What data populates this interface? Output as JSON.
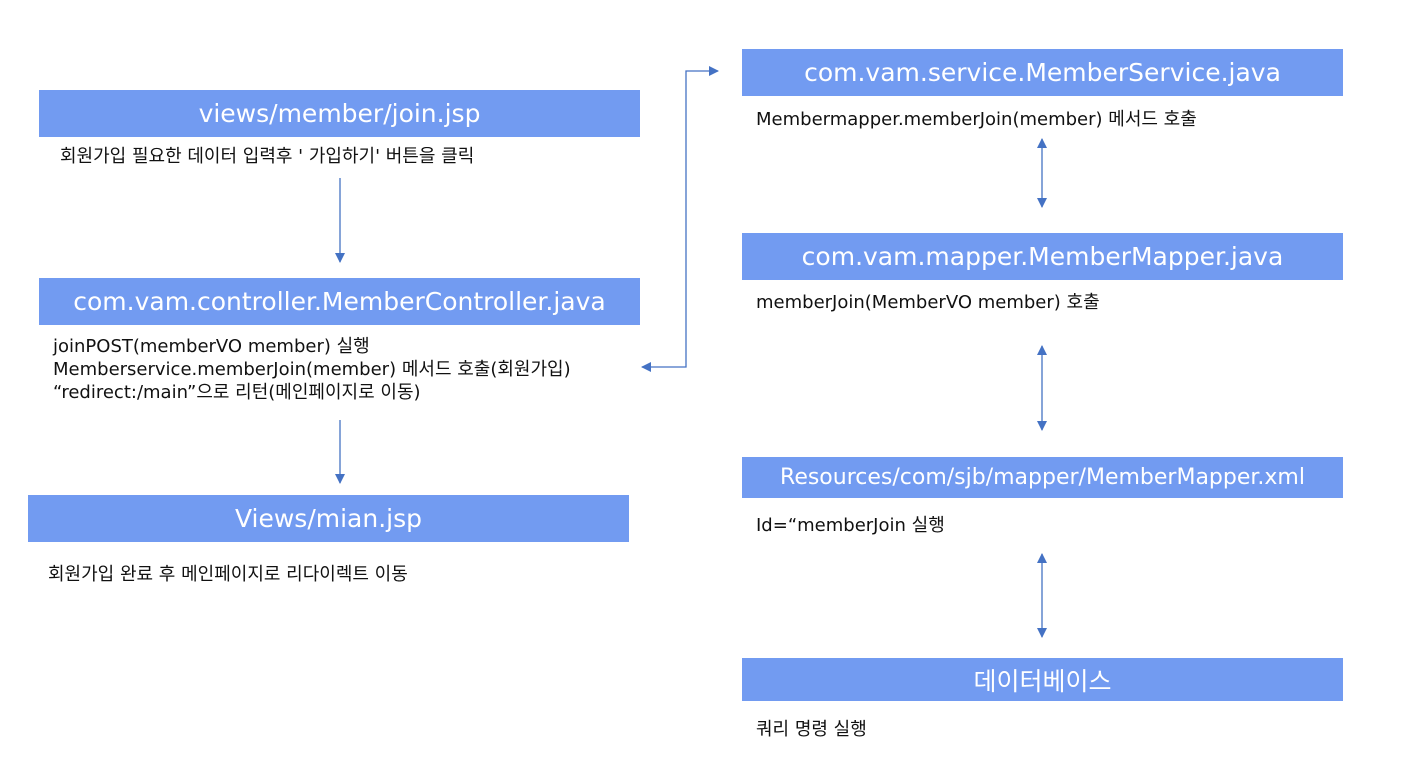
{
  "accent_color": "#729bf1",
  "arrow_color": "#4472c4",
  "left": {
    "join_box": "views/member/join.jsp",
    "join_desc": "회원가입 필요한 데이터 입력후  ' 가입하기' 버튼을 클릭",
    "controller_box": "com.vam.controller.MemberController.java",
    "controller_desc": [
      "joinPOST(memberVO member) 실행",
      "Memberservice.memberJoin(member) 메서드 호출(회원가입)",
      "“redirect:/main”으로 리턴(메인페이지로 이동)"
    ],
    "main_box": "Views/mian.jsp",
    "main_desc": "회원가입 완료 후 메인페이지로 리다이렉트 이동"
  },
  "right": {
    "service_box": "com.vam.service.MemberService.java",
    "service_desc": "Membermapper.memberJoin(member) 메서드 호출",
    "mapper_box": "com.vam.mapper.MemberMapper.java",
    "mapper_desc": "memberJoin(MemberVO member) 호출",
    "xml_box": "Resources/com/sjb/mapper/MemberMapper.xml",
    "xml_desc": "Id=“memberJoin 실행",
    "db_box": "데이터베이스",
    "db_desc": "쿼리 명령 실행"
  }
}
